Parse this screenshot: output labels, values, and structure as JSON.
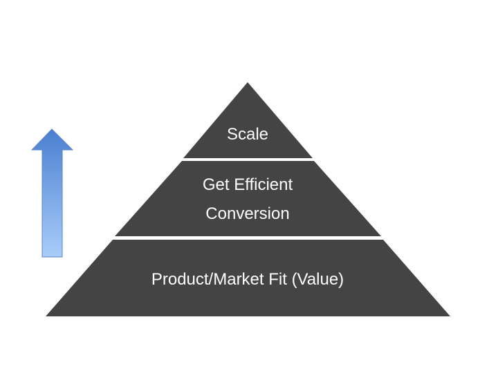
{
  "pyramid": {
    "tiers": [
      {
        "lines": [
          "Scale"
        ]
      },
      {
        "lines": [
          "Get Efficient",
          "Conversion"
        ]
      },
      {
        "lines": [
          "Product/Market Fit (Value)"
        ]
      }
    ],
    "fill_color": "#444444",
    "separator_color": "#ffffff"
  },
  "arrow": {
    "direction": "up",
    "gradient_top": "#4a7fd0",
    "gradient_bottom": "#a9cdfa"
  }
}
